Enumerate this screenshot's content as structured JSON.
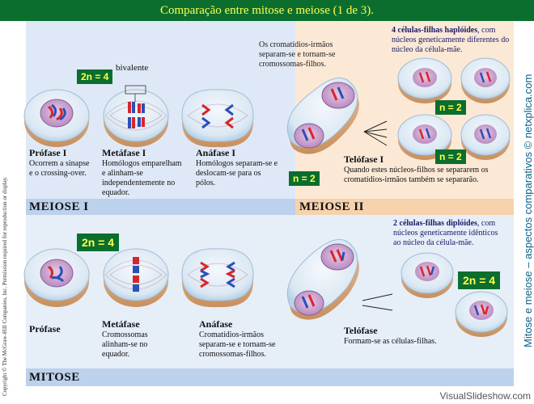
{
  "title": "Comparação entre mitose e meiose (1 de 3).",
  "sections": {
    "meiose1": "MEIOSE I",
    "meiose2": "MEIOSE II",
    "mitose": "MITOSE"
  },
  "labels": {
    "bivalente": "bivalente",
    "badge_2n4": "2n = 4",
    "badge_n2": "n = 2"
  },
  "meiose_stages": [
    {
      "title": "Prófase I",
      "desc": [
        "Ocorrem a sinapse",
        "e o crossing-over."
      ]
    },
    {
      "title": "Metáfase I",
      "desc": [
        "Homólogos emparelham",
        "e alinham-se",
        "independentemente no",
        "equador."
      ]
    },
    {
      "title": "Anáfase I",
      "desc": [
        "Homólogos separam-se e",
        "deslocam-se para os",
        "pólos."
      ]
    },
    {
      "title": "Telófase I",
      "desc": [
        "Quando estes núcleos-filhos se separarem os",
        "cromatídios-irmãos também se separarão."
      ]
    }
  ],
  "meiose_top_note": [
    "Os cromatídios-irmãos",
    "separam-se e tornam-se",
    "cromossomas-filhos."
  ],
  "haploid_note": {
    "bold": "4 células-filhas haplóides",
    "rest": [
      ", com",
      "núcleos geneticamente diferentes do",
      "núcleo da célula-mãe."
    ]
  },
  "mitose_stages": [
    {
      "title": "Prófase",
      "desc": []
    },
    {
      "title": "Metáfase",
      "desc": [
        "Cromossomas",
        "alinham-se no",
        "equador."
      ]
    },
    {
      "title": "Anáfase",
      "desc": [
        "Cromatídios-irmãos",
        "separam-se e tornam-se",
        "cromossomas-filhos."
      ]
    },
    {
      "title": "Telófase",
      "desc": [
        "Formam-se as células-filhas."
      ]
    }
  ],
  "diploid_note": {
    "bold": "2 células-filhas diplóides",
    "rest": [
      ", com",
      "núcleos geneticamente idênticos",
      "ao núcleo da célula-mãe."
    ]
  },
  "copyright": "Copyright © The McGraw-Hill Companies, Inc. Permission required for reproduction or display.",
  "side_caption": "Mitose e meiose – aspectos comparativos © netxplica.com",
  "watermark": "VisualSlideshow.com",
  "colors": {
    "header_bg": "#0b6e2e",
    "header_text": "#ffff4d",
    "chrom_red": "#d8252b",
    "chrom_blue": "#2b4fb8"
  }
}
